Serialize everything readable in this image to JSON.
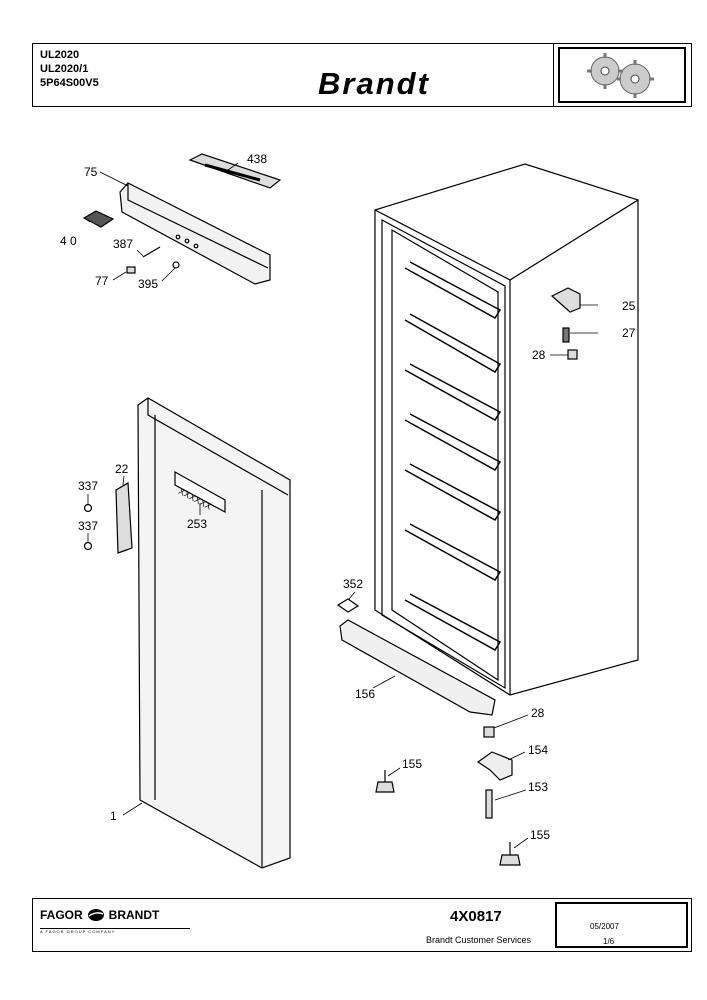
{
  "header": {
    "models": [
      "UL2020",
      "UL2020/1",
      "5P64S00V5"
    ],
    "brand": "Brandt",
    "logo_icon": "gears-icon"
  },
  "labels": {
    "p438": "438",
    "p75": "75",
    "p40": "4 0",
    "p387": "387",
    "p77": "77",
    "p395": "395",
    "p25": "25",
    "p27": "27",
    "p28a": "28",
    "p22": "22",
    "p337a": "337",
    "p337b": "337",
    "p253": "253",
    "door_plate": "XXXXXX",
    "p352": "352",
    "p156": "156",
    "p28b": "28",
    "p154": "154",
    "p155a": "155",
    "p153": "153",
    "p155b": "155",
    "p1": "1"
  },
  "footer": {
    "company": "FAGOR",
    "company2": "BRANDT",
    "company_sub": "A FAGOR GROUP COMPANY",
    "doc_code": "4X0817",
    "service": "Brandt Customer Services",
    "date": "05/2007",
    "page": "1/6"
  }
}
